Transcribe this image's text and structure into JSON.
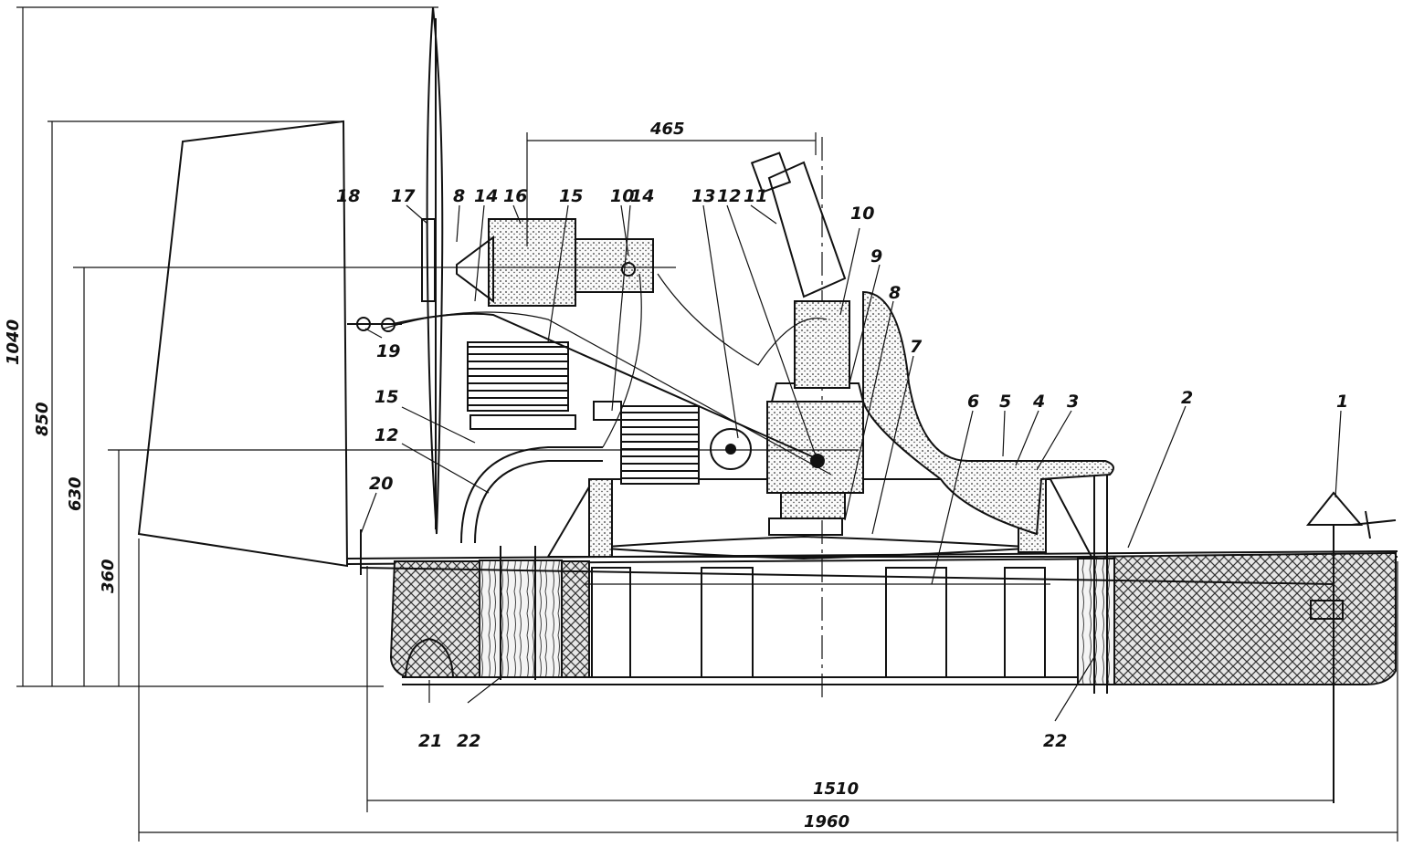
{
  "dimensions": {
    "d465": "465",
    "d1510": "1510",
    "d1960": "1960",
    "d1040": "1040",
    "d850": "850",
    "d630": "630",
    "d360": "360"
  },
  "callouts": {
    "c1": "1",
    "c2": "2",
    "c3": "3",
    "c4": "4",
    "c5": "5",
    "c6": "6",
    "c7": "7",
    "c8a": "8",
    "c8b": "8",
    "c9": "9",
    "c10a": "10",
    "c10b": "10",
    "c11": "11",
    "c12a": "12",
    "c12b": "12",
    "c13": "13",
    "c14a": "14",
    "c14b": "14",
    "c15a": "15",
    "c15b": "15",
    "c16": "16",
    "c17": "17",
    "c18": "18",
    "c19": "19",
    "c20": "20",
    "c21": "21",
    "c22a": "22",
    "c22b": "22"
  }
}
